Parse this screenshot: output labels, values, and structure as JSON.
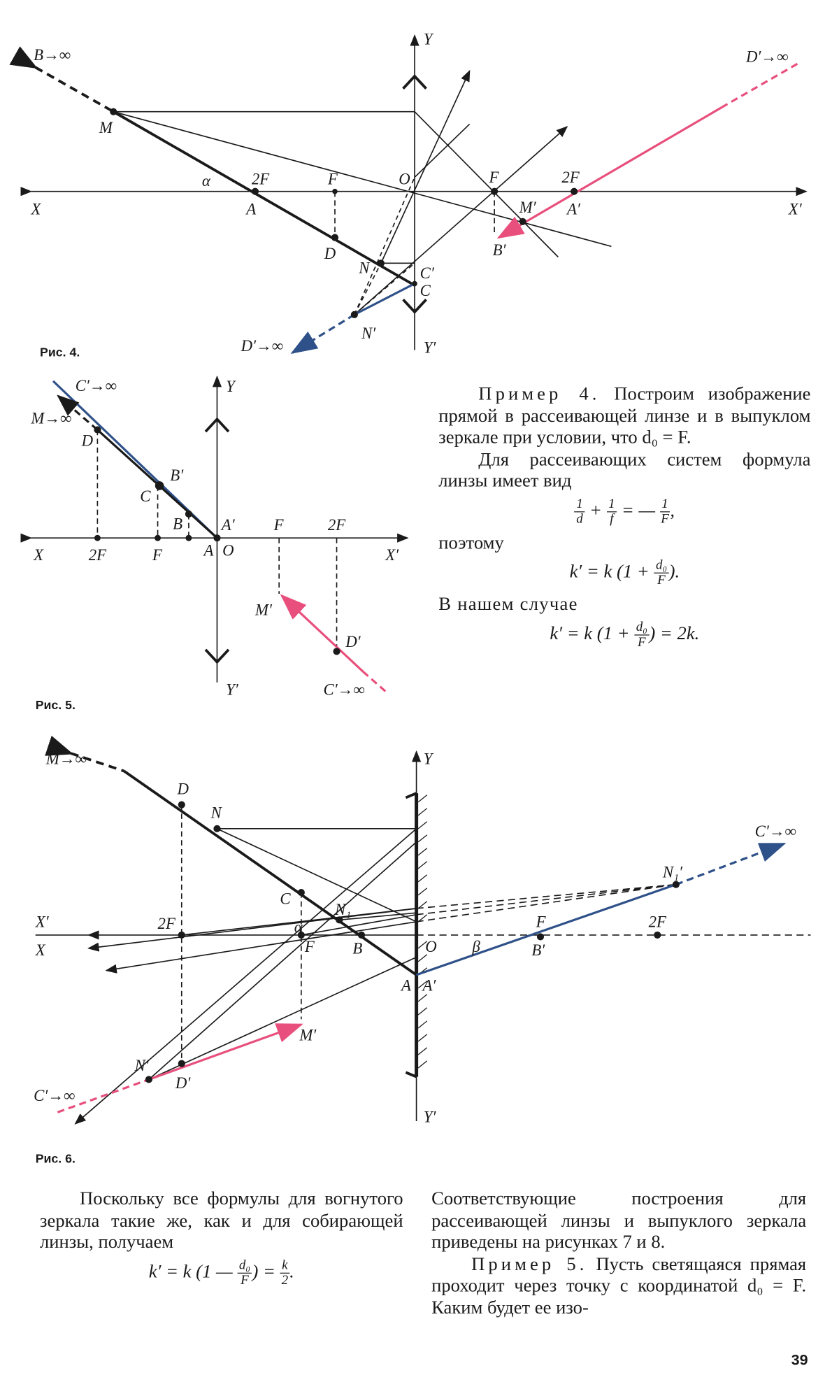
{
  "fig4": {
    "caption": "Рис. 4.",
    "labels": {
      "b_inf": "B→∞",
      "y": "Y",
      "y_prime": "Y′",
      "x": "X",
      "x_prime": "X′",
      "m": "M",
      "alpha": "α",
      "two_f_left": "2F",
      "f_left": "F",
      "o": "O",
      "f_right": "F",
      "two_f_right": "2F",
      "d_prime_inf_right": "D′→∞",
      "a": "A",
      "d": "D",
      "n": "N",
      "c_prime": "C′",
      "c": "C",
      "n_prime": "N′",
      "d_prime_inf_left": "D′→∞",
      "m_prime": "M′",
      "a_prime": "A′",
      "b_prime": "B′"
    }
  },
  "fig5": {
    "caption": "Рис. 5.",
    "labels": {
      "c_prime_inf_top": "C′→∞",
      "m_inf": "M→∞",
      "y": "Y",
      "y_prime": "Y′",
      "d": "D",
      "b_prime": "B′",
      "c": "C",
      "b": "B",
      "a_prime": "A′",
      "a": "A",
      "o": "O",
      "x": "X",
      "x_prime": "X′",
      "two_f_left": "2F",
      "f_left": "F",
      "f_right": "F",
      "two_f_right": "2F",
      "m_prime": "M′",
      "d_prime": "D′",
      "c_prime_inf_bottom": "C′→∞"
    }
  },
  "fig6": {
    "caption": "Рис. 6.",
    "labels": {
      "m_inf": "M→∞",
      "y": "Y",
      "y_prime": "Y′",
      "d": "D",
      "n": "N",
      "c": "C",
      "n1": "N₁",
      "alpha": "α",
      "x_prime": "X′",
      "x": "X",
      "two_f_left": "2F",
      "f_left": "F",
      "b": "B",
      "o": "O",
      "a": "A",
      "a_prime": "A′",
      "beta": "β",
      "f_right": "F",
      "b_prime": "B′",
      "two_f_right": "2F",
      "n1_prime": "N₁′",
      "c_prime_inf_right": "C′→∞",
      "n_prime": "N′",
      "d_prime": "D′",
      "m_prime": "M′",
      "c_prime_inf_left": "C′→∞"
    }
  },
  "example4": {
    "heading": "Пример 4.",
    "p1": " Построим изображение прямой в рассеивающей линзе и в выпуклом зеркале при условии, что d₀ = F.",
    "p2": "Для рассеивающих систем формула линзы имеет вид",
    "formula1": [
      "1",
      "d",
      "+",
      "1",
      "f",
      "= —",
      "1",
      "F",
      ","
    ],
    "therefore": "поэтому",
    "formula2_lhs": "k′ = k (1 +",
    "formula2_num": "d₀",
    "formula2_den": "F",
    "formula2_rhs": ").",
    "p3": "В нашем случае",
    "formula3_lhs": "k′ = k (1 +",
    "formula3_num": "d₀",
    "formula3_den": "F",
    "formula3_rhs": ") = 2k."
  },
  "bottom": {
    "left_p": "Поскольку все формулы для вогнутого зеркала такие же, как и для собирающей линзы, получаем",
    "formula_lhs": "k′ = k (1 —",
    "formula_num": "d₀",
    "formula_den": "F",
    "formula_mid": ") =",
    "formula_num2": "k",
    "formula_den2": "2",
    "formula_end": ".",
    "right_p1": "Соответствующие построения для рассеивающей линзы и выпуклого зеркала приведены на рисунках 7 и 8.",
    "example5_heading": "Пример 5.",
    "right_p2": " Пусть светящаяся прямая проходит через точку с координатой d₀ = F. Каким будет ее изо-"
  },
  "page_number": "39",
  "colors": {
    "pink": "#e84f7c",
    "blue": "#2f5189",
    "ink": "#1a1a1a"
  }
}
